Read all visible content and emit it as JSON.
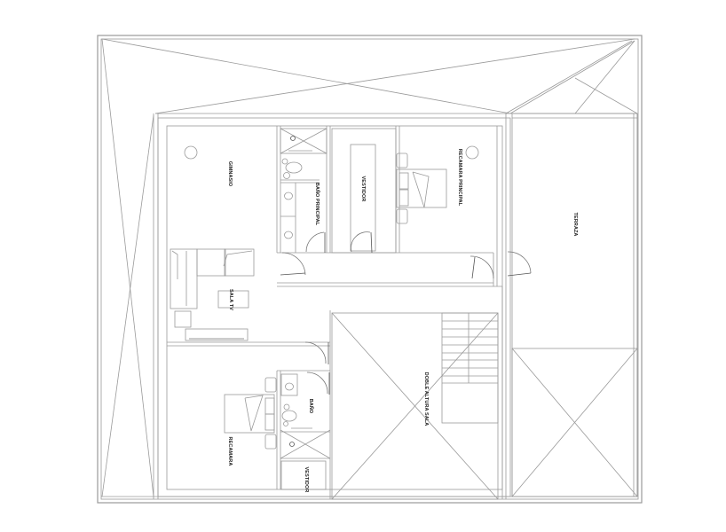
{
  "drawing": {
    "type": "architectural floor plan (upper level)",
    "line_color": "#9a9a9a",
    "dark_line_color": "#555555",
    "background": "#ffffff"
  },
  "rooms": [
    {
      "id": "gimnasio",
      "label": "GIMNASIO"
    },
    {
      "id": "bano-principal",
      "label": "BAÑO PRINCIPAL"
    },
    {
      "id": "vestidor-principal",
      "label": "VESTIDOR"
    },
    {
      "id": "recamara-principal",
      "label": "RECAMARA PRINCIPAL"
    },
    {
      "id": "terraza",
      "label": "TERRAZA"
    },
    {
      "id": "sala-tv",
      "label": "SALA TV"
    },
    {
      "id": "doble-altura",
      "label": "DOBLE ALTURA SALA"
    },
    {
      "id": "bano",
      "label": "BAÑO"
    },
    {
      "id": "recamara",
      "label": "RECAMARA"
    },
    {
      "id": "vestidor",
      "label": "VESTIDOR"
    }
  ]
}
